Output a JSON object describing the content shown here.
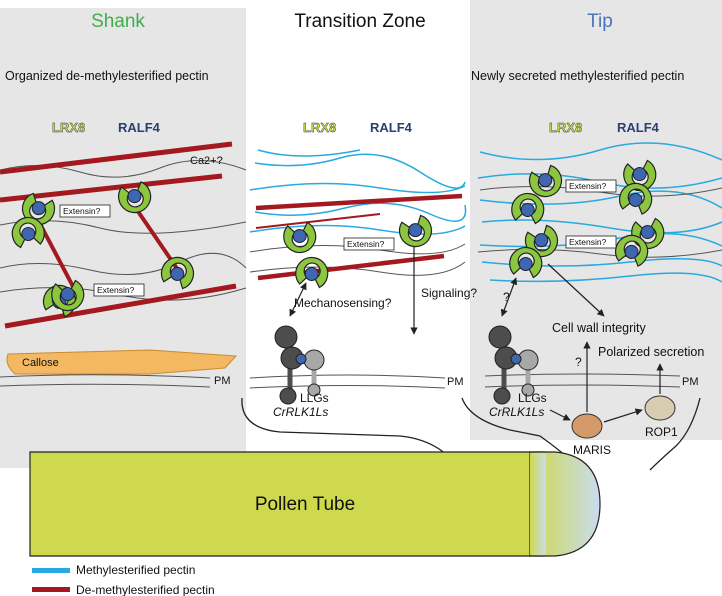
{
  "panels": {
    "shank": {
      "title": "Shank",
      "subtitle": "Organized de-methylesterified pectin",
      "title_color": "#3fae49"
    },
    "transition": {
      "title": "Transition Zone"
    },
    "tip": {
      "title": "Tip",
      "subtitle": "Newly secreted methylesterified pectin",
      "title_color": "#4a76b8"
    }
  },
  "labels": {
    "lrx8": "LRX8",
    "ralf4": "RALF4",
    "ca": "Ca2+?",
    "extensin": "Extensin?",
    "callose": "Callose",
    "pm": "PM",
    "mechanosensing": "Mechanosensing?",
    "signaling": "Signaling?",
    "llgs": "LLGs",
    "crrlk1ls": "CrRLK1Ls",
    "cell_wall_integrity": "Cell wall integrity",
    "polarized_secretion": "Polarized secretion",
    "maris": "MARIS",
    "rop1": "ROP1",
    "question": "?",
    "pollen_tube": "Pollen Tube"
  },
  "legend": {
    "items": [
      {
        "label": "Methylesterified pectin",
        "color": "#29a9e1"
      },
      {
        "label": "De-methylesterified pectin",
        "color": "#a3191f"
      }
    ]
  },
  "colors": {
    "panel_bg": "#e6e6e6",
    "lrx": "#8cc63f",
    "ralf": "#3f67b1",
    "pectin_dark": "#a3191f",
    "pectin_light": "#29a9e1",
    "pollen": "#cfd94e",
    "callose": "#f4b862",
    "maris": "#d59a6a",
    "rop1": "#d8cdb0",
    "receptor_dark": "#4d4d4d",
    "receptor_light": "#a8a8a8"
  }
}
